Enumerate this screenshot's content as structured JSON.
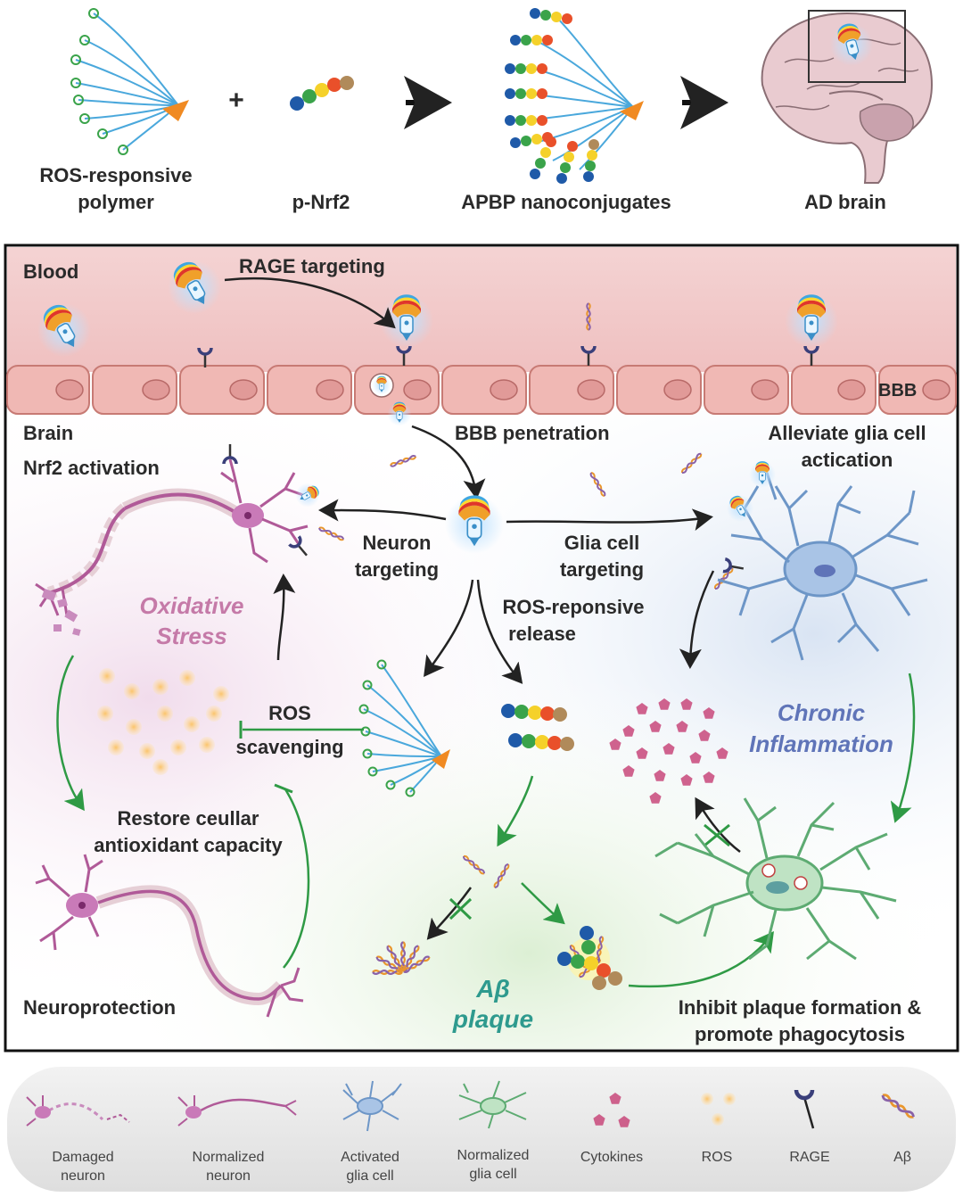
{
  "top_row": {
    "polymer_label_1": "ROS-responsive",
    "polymer_label_2": "polymer",
    "plus": "+",
    "pnrf2_label": "p-Nrf2",
    "apbp_label": "APBP nanoconjugates",
    "brain_label": "AD brain"
  },
  "main": {
    "blood": "Blood",
    "rage_targeting": "RAGE targeting",
    "bbb": "BBB",
    "brain": "Brain",
    "bbb_penetration": "BBB penetration",
    "nrf2_activation": "Nrf2 activation",
    "alleviate_1": "Alleviate glia cell",
    "alleviate_2": "actication",
    "neuron_targeting_1": "Neuron",
    "neuron_targeting_2": "targeting",
    "glia_targeting_1": "Glia cell",
    "glia_targeting_2": "targeting",
    "oxidative_1": "Oxidative",
    "oxidative_2": "Stress",
    "ros_release_1": "ROS-reponsive",
    "ros_release_2": "release",
    "ros_scavenging_1": "ROS",
    "ros_scavenging_2": "scavenging",
    "chronic_1": "Chronic",
    "chronic_2": "Inflammation",
    "restore_1": "Restore ceullar",
    "restore_2": "antioxidant capacity",
    "abeta_1": "Aβ",
    "abeta_2": "plaque",
    "neuroprotection": "Neuroprotection",
    "inhibit_1": "Inhibit plaque formation &",
    "inhibit_2": "promote phagocytosis"
  },
  "legend": [
    {
      "line1": "Damaged",
      "line2": "neuron"
    },
    {
      "line1": "Normalized",
      "line2": "neuron"
    },
    {
      "line1": "Activated",
      "line2": "glia cell"
    },
    {
      "line1": "Normalized",
      "line2": "glia cell"
    },
    {
      "line1": "Cytokines",
      "line2": ""
    },
    {
      "line1": "ROS",
      "line2": ""
    },
    {
      "line1": "RAGE",
      "line2": ""
    },
    {
      "line1": "Aβ",
      "line2": ""
    }
  ],
  "colors": {
    "blood": "#f2c9c9",
    "cell": "#f0b8b4",
    "neuron": "#b05a98",
    "glia_active": "#6d96c7",
    "glia_normal": "#5dab72",
    "cytokine": "#c8487a",
    "ros": "#f7b653",
    "arrow_black": "#222222",
    "arrow_green": "#2f9a45"
  }
}
